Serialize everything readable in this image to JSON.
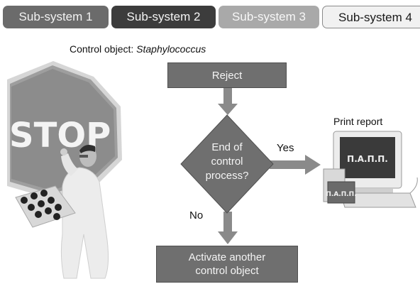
{
  "tabs": [
    {
      "label": "Sub-system 1"
    },
    {
      "label": "Sub-system 2"
    },
    {
      "label": "Sub-system 3"
    },
    {
      "label": "Sub-system 4"
    }
  ],
  "caption": {
    "prefix": "Control object: ",
    "organism": "Staphylococcus"
  },
  "flow": {
    "reject": "Reject",
    "decision_lines": [
      "End of",
      "control",
      "process?"
    ],
    "yes": "Yes",
    "no": "No",
    "activate_lines": [
      "Activate another",
      "control object"
    ],
    "print": "Print report"
  },
  "illustrations": {
    "stop_sign": {
      "text": "STOP",
      "icon": "stop-sign-icon"
    },
    "scientist": {
      "icon": "scientist-icon"
    },
    "computer": {
      "icon": "computer-icon",
      "screen_text": "П.А.П.П.",
      "disk_text": "П.А.П.П."
    }
  },
  "colors": {
    "box_fill": "#6f6f6f",
    "arrow": "#8a8a8a",
    "tab_dark": "#3c3c3c"
  }
}
